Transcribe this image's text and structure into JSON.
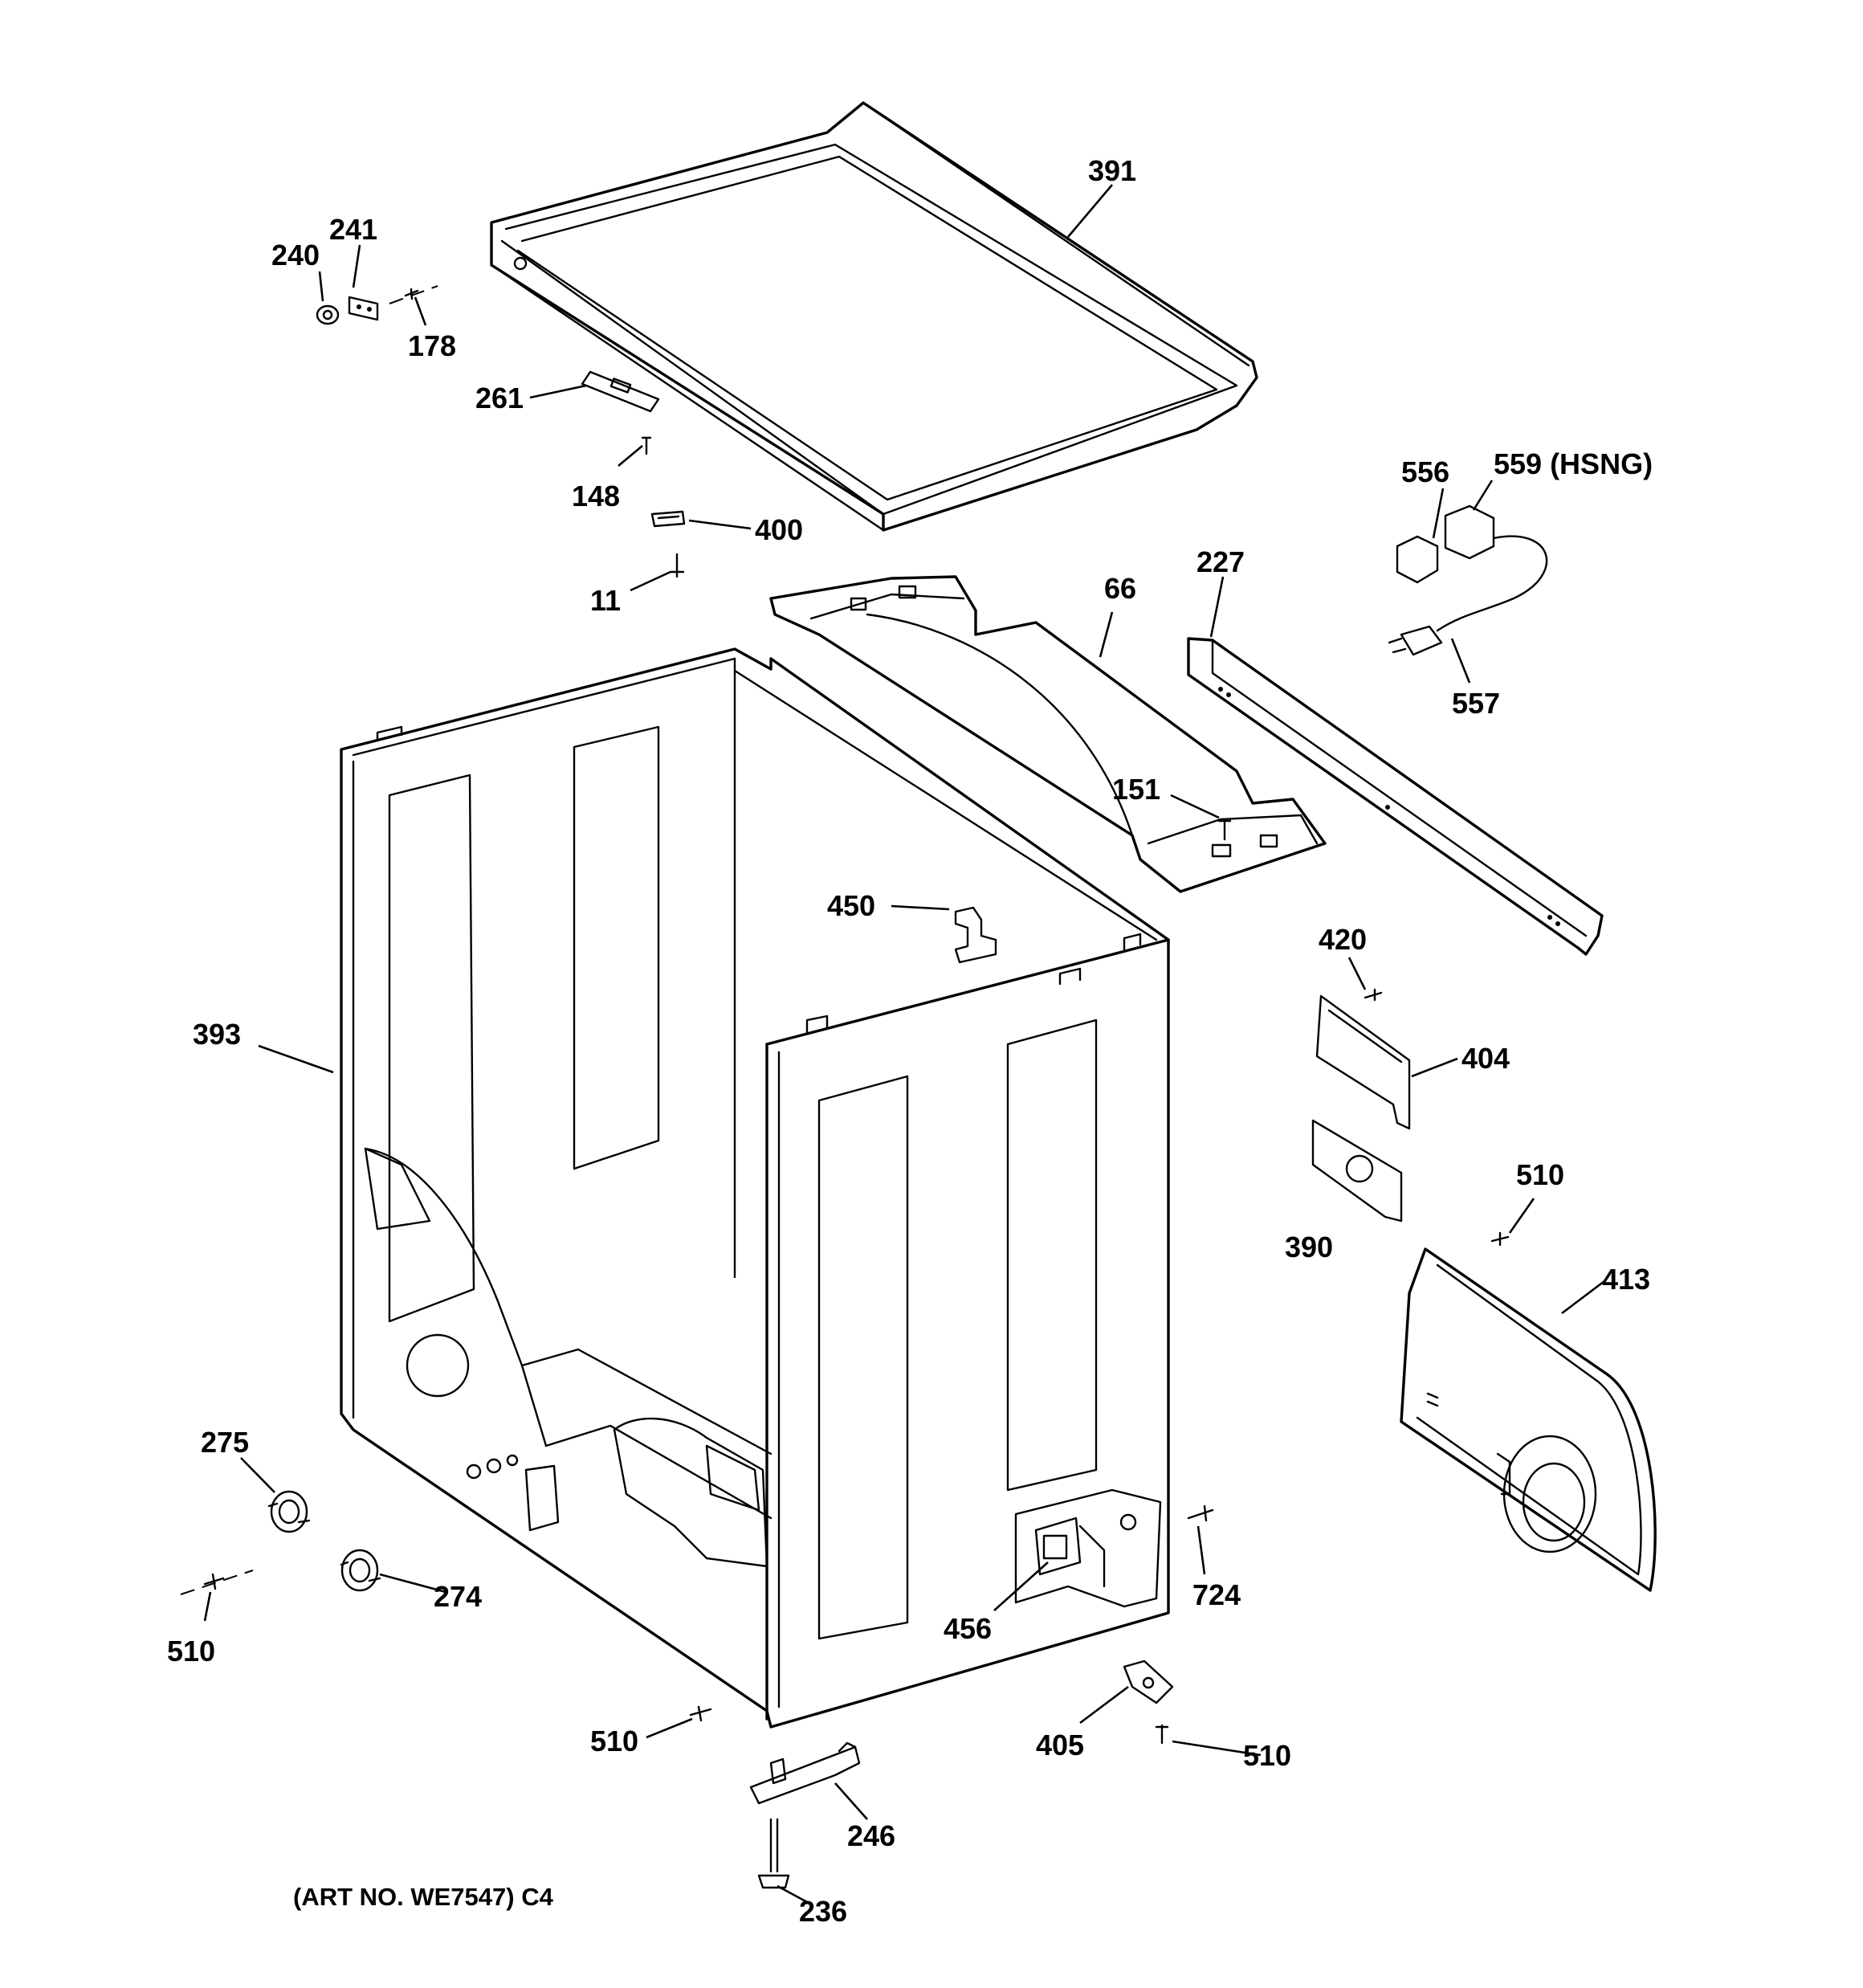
{
  "callouts": {
    "c391": "391",
    "c241": "241",
    "c240": "240",
    "c178": "178",
    "c261": "261",
    "c148": "148",
    "c400": "400",
    "c11": "11",
    "c556": "556",
    "c559": "559 (HSNG)",
    "c66": "66",
    "c227": "227",
    "c557": "557",
    "c151": "151",
    "c450": "450",
    "c420": "420",
    "c404": "404",
    "c393": "393",
    "c510a": "510",
    "c390": "390",
    "c413": "413",
    "c275": "275",
    "c724": "724",
    "c510b": "510",
    "c274": "274",
    "c456": "456",
    "c405": "405",
    "c510c": "510",
    "c510d": "510",
    "c246": "246",
    "c236": "236"
  },
  "art_number": "(ART NO. WE7547) C4"
}
